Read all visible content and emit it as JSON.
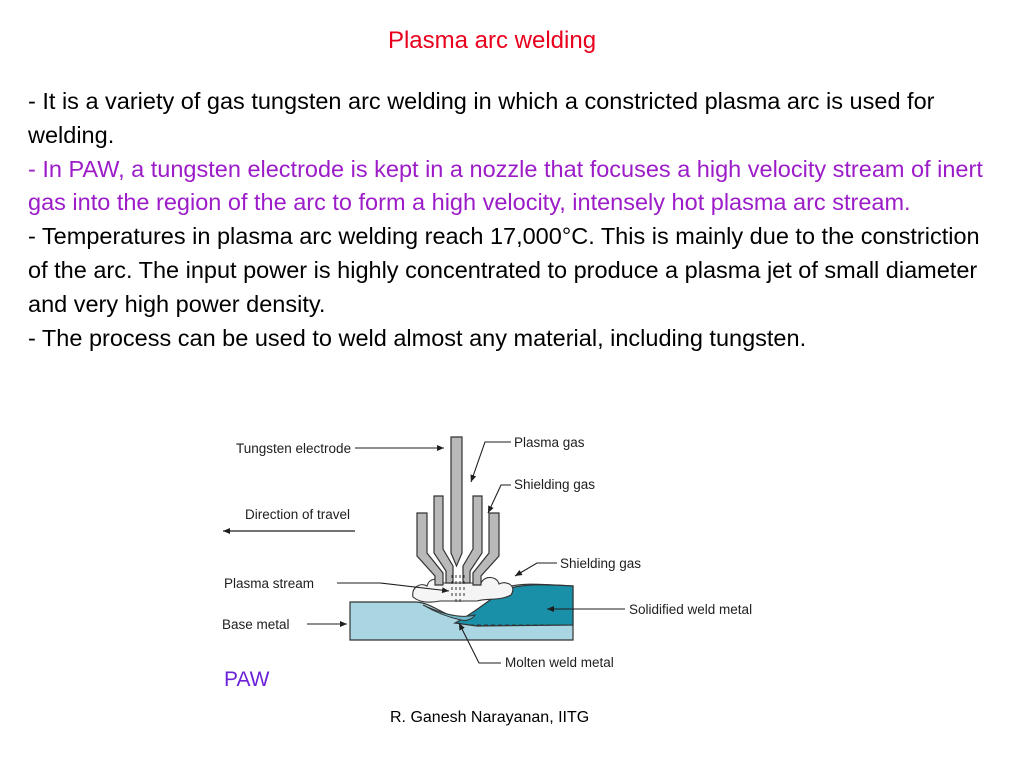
{
  "slide": {
    "title": "Plasma arc welding",
    "bullets": [
      "- It is a variety of gas tungsten arc welding in which a constricted plasma arc is used for welding.",
      "- In PAW, a tungsten electrode is kept in a nozzle that focuses a high velocity stream of inert gas into the region of the arc to form a high velocity, intensely hot plasma arc stream.",
      "- Temperatures in plasma arc welding reach 17,000°C. This is mainly due to the constriction of the arc. The input power is highly concentrated to produce a plasma jet of small diameter and very high power density.",
      "- The process can be used to weld almost any material, including tungsten."
    ],
    "caption": "PAW",
    "credit": "R. Ganesh Narayanan, IITG"
  },
  "diagram": {
    "labels": {
      "tungsten_electrode": "Tungsten electrode",
      "plasma_gas": "Plasma gas",
      "shielding_gas_top": "Shielding gas",
      "direction_of_travel": "Direction of travel",
      "shielding_gas_right": "Shielding gas",
      "plasma_stream": "Plasma stream",
      "solidified_weld_metal": "Solidified weld metal",
      "base_metal": "Base metal",
      "molten_weld_metal": "Molten weld metal"
    }
  },
  "colors": {
    "title": "#e8001c",
    "highlight_bullet": "#9c1cc8",
    "caption": "#6b22d8",
    "base_metal": "#a9d6e2",
    "weld_metal": "#1a8fa8",
    "torch_body": "#b9b9b9"
  }
}
